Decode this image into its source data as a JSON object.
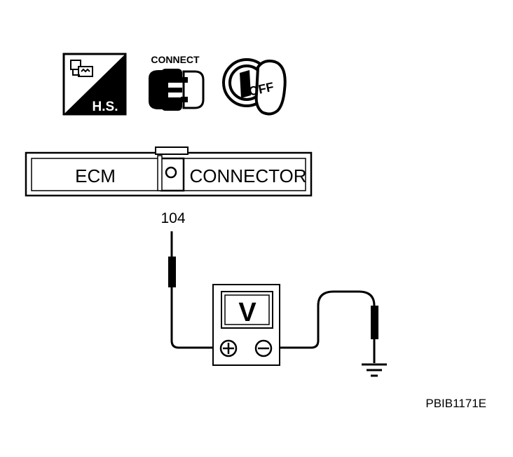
{
  "icons": {
    "harness_icon": {
      "text": "H.S.",
      "name": "harness-sheet-icon"
    },
    "connect_icon": {
      "text": "CONNECT",
      "name": "connector-connect-icon"
    },
    "ignition_icon": {
      "text": "OFF",
      "name": "ignition-key-off-icon"
    }
  },
  "connector": {
    "left_label": "ECM",
    "right_label": "CONNECTOR"
  },
  "terminal_label": "104",
  "meter": {
    "symbol": "V"
  },
  "figure_code": "PBIB1171E",
  "colors": {
    "ink": "#000000",
    "paper": "#ffffff"
  }
}
